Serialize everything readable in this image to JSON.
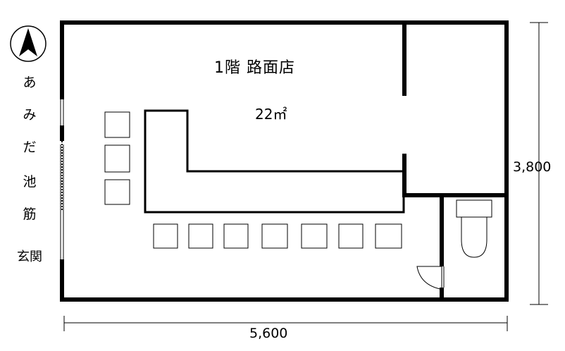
{
  "floor": {
    "title": "1階  路面店",
    "area": "22㎡"
  },
  "dimensions": {
    "width": "5,600",
    "height": "3,800"
  },
  "street": {
    "name_chars": [
      "あ",
      "み",
      "だ",
      "池",
      "筋"
    ]
  },
  "entrance": {
    "label": "玄関"
  },
  "icons": {
    "north": "north-arrow-icon",
    "toilet": "toilet-icon",
    "door": "door-swing-icon"
  },
  "colors": {
    "wall": "#000000",
    "background": "#ffffff"
  }
}
